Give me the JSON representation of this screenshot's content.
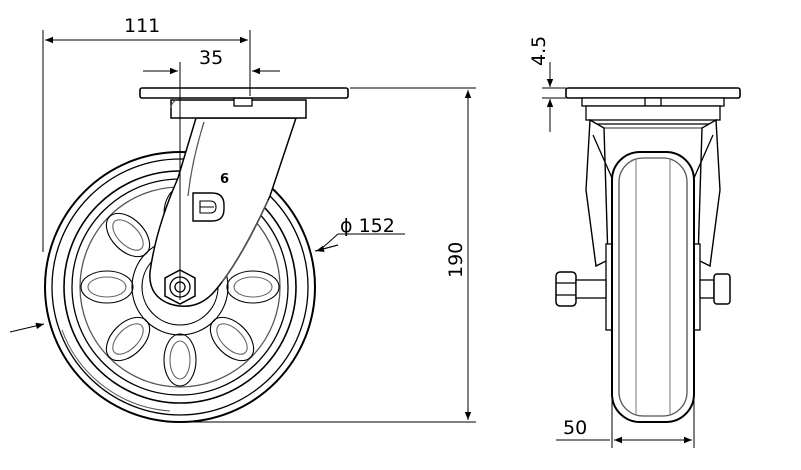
{
  "drawing": {
    "title": "",
    "dimensions": {
      "offset_width": "111",
      "swivel_offset": "35",
      "wheel_diameter": "ϕ 152",
      "overall_height": "190",
      "plate_thickness": "4.5",
      "wheel_width": "50"
    },
    "marks": {
      "fork_number": "6",
      "logo_letter": "D"
    }
  },
  "colors": {
    "line": "#000000",
    "paper": "#ffffff",
    "tread_gray": "#8a8a8a",
    "light_gray": "#cfcfcf"
  }
}
